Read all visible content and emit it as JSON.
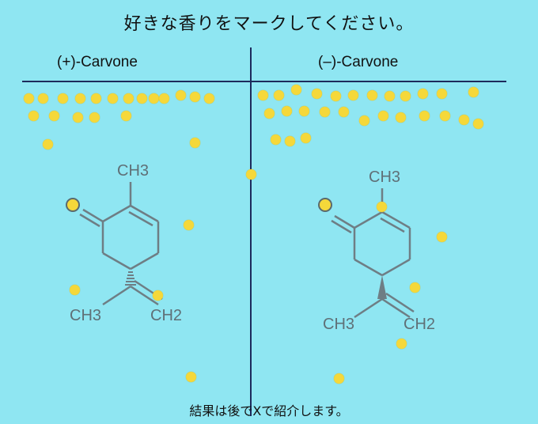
{
  "title": "好きな香りをマークしてください。",
  "left_column": {
    "label": "(+)-Carvone"
  },
  "right_column": {
    "label": "(–)-Carvone"
  },
  "footer": "結果は後でXで紹介します。",
  "molecule_labels": {
    "ch3_top": "CH3",
    "ch3_bottom": "CH3",
    "ch2": "CH2",
    "oxygen": "O"
  },
  "colors": {
    "background": "#8fe6f2",
    "line": "#1d2a5c",
    "dot": "#f5d83a",
    "structure": "#5f7077"
  }
}
